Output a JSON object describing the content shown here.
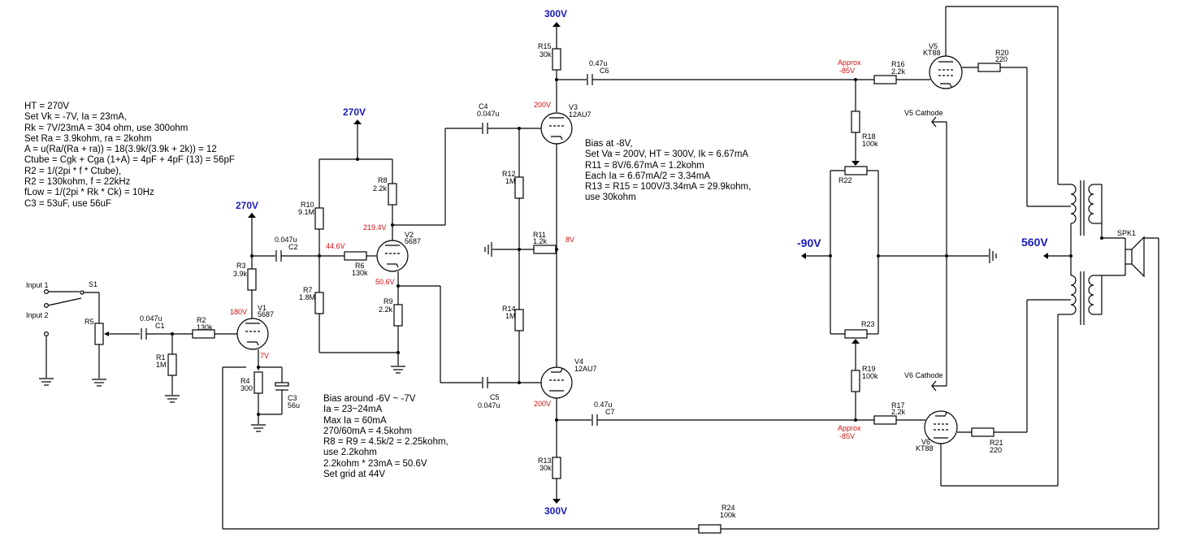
{
  "rails": {
    "v300_top": "300V",
    "v300_bottom": "300V",
    "v270_a": "270V",
    "v270_b": "270V",
    "neg90": "-90V",
    "v560": "560V"
  },
  "inputs": {
    "input1": "Input 1",
    "input2": "Input 2",
    "switch": "S1"
  },
  "components": {
    "R1": [
      "R1",
      "1M"
    ],
    "R2": [
      "R2",
      "130k"
    ],
    "R3": [
      "R3",
      "3.9k"
    ],
    "R4": [
      "R4",
      "300"
    ],
    "R5": [
      "R5",
      ""
    ],
    "R6": [
      "R6",
      "130k"
    ],
    "R7": [
      "R7",
      "1.8M"
    ],
    "R8": [
      "R8",
      "2.2k"
    ],
    "R9": [
      "R9",
      "2.2k"
    ],
    "R10": [
      "R10",
      "9.1M"
    ],
    "R11": [
      "R11",
      "1.2k"
    ],
    "R12": [
      "R12",
      "1M"
    ],
    "R13": [
      "R13",
      "30k"
    ],
    "R14": [
      "R14",
      "1M"
    ],
    "R15": [
      "R15",
      "30k"
    ],
    "R16": [
      "R16",
      "2.2k"
    ],
    "R17": [
      "R17",
      "2.2k"
    ],
    "R18": [
      "R18",
      "100k"
    ],
    "R19": [
      "R19",
      "100k"
    ],
    "R20": [
      "R20",
      "220"
    ],
    "R21": [
      "R21",
      "220"
    ],
    "R22": [
      "R22",
      ""
    ],
    "R23": [
      "R23",
      ""
    ],
    "R24": [
      "R24",
      "100k"
    ],
    "C1": [
      "0.047u",
      "C1"
    ],
    "C2": [
      "0.047u",
      "C2"
    ],
    "C3": [
      "C3",
      "56u"
    ],
    "C4": [
      "C4",
      "0.047u"
    ],
    "C5": [
      "C5",
      "0.047u"
    ],
    "C6": [
      "0.47u",
      "C6"
    ],
    "C7": [
      "0.47u",
      "C7"
    ],
    "V1": [
      "V1",
      "5687"
    ],
    "V2": [
      "V2",
      "5687"
    ],
    "V3": [
      "V3",
      "12AU7"
    ],
    "V4": [
      "V4",
      "12AU7"
    ],
    "V5": [
      "V5",
      "KT88"
    ],
    "V6": [
      "V6",
      "KT88"
    ],
    "SPK1": [
      "SPK1"
    ]
  },
  "voltages": {
    "v1_plate": "180V",
    "v1_cathode": "7V",
    "v2_grid": "44.6V",
    "v2_plate": "219.4V",
    "v2_cathode": "50.6V",
    "v3_plate": "200V",
    "v4_plate": "200V",
    "cathode_8v": "8V",
    "approx_top": [
      "Approx",
      "-85V"
    ],
    "approx_bottom": [
      "Approx",
      "-85V"
    ]
  },
  "cathode_labels": {
    "v5": "V5 Cathode",
    "v6": "V6 Cathode"
  },
  "notes": {
    "left": [
      "HT = 270V",
      "Set Vk = -7V, Ia = 23mA,",
      "Rk = 7V/23mA = 304 ohm, use 300ohm",
      "Set Ra = 3.9kohm, ra = 2kohm",
      "A = u(Ra/(Ra + ra)) = 18(3.9k/(3.9k + 2k)) = 12",
      "Ctube = Cgk + Cga (1+A) = 4pF + 4pF (13) = 56pF",
      "R2 = 1/(2pi * f * Ctube),",
      "R2 = 130kohm, f = 22kHz",
      "fLow = 1/(2pi * Rk * Ck) = 10Hz",
      "C3 = 53uF, use 56uF"
    ],
    "middle": [
      "Bias around -6V ~ -7V",
      "Ia = 23~24mA",
      "Max Ia = 60mA",
      "270/60mA = 4.5kohm",
      "R8 = R9 = 4.5k/2 = 2.25kohm,",
      "use 2.2kohm",
      "2.2kohm * 23mA = 50.6V",
      "Set grid at 44V"
    ],
    "right": [
      "Bias at -8V,",
      "Set Va = 200V, HT = 300V, Ik = 6.67mA",
      "R11 = 8V/6.67mA = 1.2kohm",
      "Each Ia = 6.67mA/2 = 3.34mA",
      " R13 = R15 = 100V/3.34mA = 29.9kohm,",
      "use 30kohm"
    ]
  }
}
